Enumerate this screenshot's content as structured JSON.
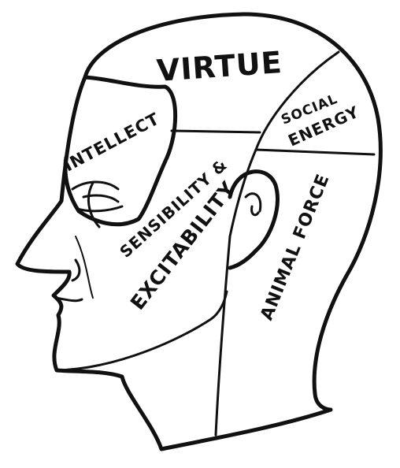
{
  "diagram": {
    "regions": {
      "virtue": "VIRTUE",
      "intellect": "INTELLECT",
      "social": "SOCIAL",
      "energy": "ENERGY",
      "sensibility": "SENSIBILITY &",
      "excitability": "EXCITABILITY",
      "animal_force": "ANIMAL FORCE"
    },
    "ink_color": "#111111",
    "paper_color": "#ffffff"
  }
}
